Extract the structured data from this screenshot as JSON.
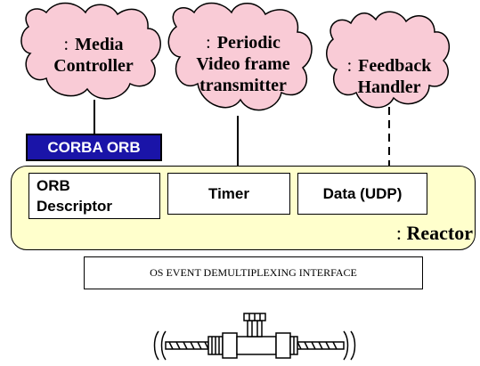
{
  "objects": [
    {
      "prefix": ":",
      "line1": "Media",
      "line2": "Controller"
    },
    {
      "prefix": ":",
      "line1": "Periodic",
      "line2": "Video frame",
      "line3": "transmitter"
    },
    {
      "prefix": ":",
      "line1": "Feedback",
      "line2": "Handler"
    }
  ],
  "corba_orb": "CORBA ORB",
  "handlers": {
    "orb_line1": "ORB",
    "orb_line2": "Descriptor",
    "timer": "Timer",
    "data": "Data (UDP)"
  },
  "reactor": {
    "prefix": ":",
    "name": "Reactor"
  },
  "os_interface": "OS EVENT DEMULTIPLEXING INTERFACE",
  "colors": {
    "cloud_fill": "#f9cbd6",
    "orb_fill": "#1a14a8",
    "reactor_fill": "#ffffcc"
  }
}
